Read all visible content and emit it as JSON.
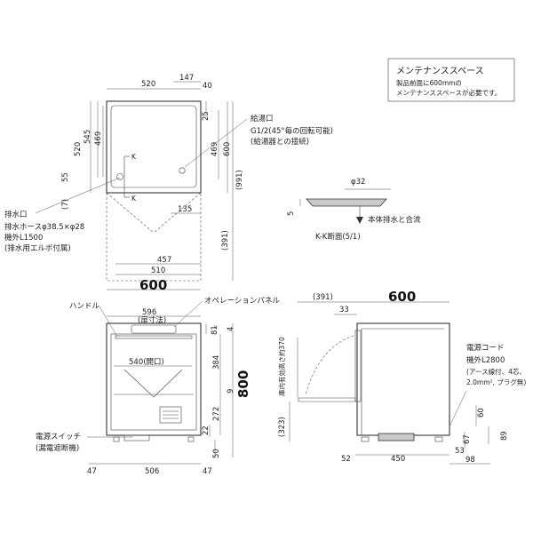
{
  "note": {
    "title": "メンテナンススペース",
    "line1": "製品前面に600mmの",
    "line2": "メンテナンススペースが必要です。"
  },
  "top_view": {
    "d520": "520",
    "d147": "147",
    "d40": "40",
    "d520v": "520",
    "d545v": "545",
    "d469v": "469",
    "d25": "25",
    "d469r": "469",
    "d600r": "600",
    "d991": "(991)",
    "d55": "55",
    "d7": "(7)",
    "d135": "135",
    "d391": "(391)",
    "d457": "457",
    "d510": "510",
    "d600b": "600",
    "k1": "K",
    "k2": "K"
  },
  "labels": {
    "hot_water_inlet": "給湯口",
    "hot_water_spec": "G1/2(45°毎の回転可能)",
    "hot_water_conn": "(給湯器との接続)",
    "drain": "排水口",
    "drain_hose": "排水ホースφ38.5×φ28",
    "drain_len": "機外L1500",
    "drain_elbow": "(排水用エルボ付属)",
    "drain_merge": "本体排水と合流",
    "section": "K-K断面(5/1)",
    "d_phi32": "φ32",
    "d5": "5",
    "handle": "ハンドル",
    "operation_panel": "オペレーションパネル",
    "door_dim": "(扉寸法)",
    "opening": "540(開口)",
    "power_switch": "電源スイッチ",
    "breaker": "(漏電遮断機)",
    "power_cord": "電源コード",
    "cord_len": "機外L2800",
    "cord_spec1": "(アース線付、4芯、",
    "cord_spec2": "2.0mm², プラグ無)",
    "inner_height": "庫内有効高さ約370"
  },
  "front_view": {
    "d596": "596",
    "d81": "81",
    "d4": "4",
    "d384": "384",
    "d9": "9",
    "d272": "272",
    "d22": "22",
    "d50": "50",
    "d800": "800",
    "d47l": "47",
    "d506": "506",
    "d47r": "47"
  },
  "side_view": {
    "d391": "(391)",
    "d600": "600",
    "d33": "33",
    "d323": "(323)",
    "d52": "52",
    "d450": "450",
    "d53": "53",
    "d98": "98",
    "d60": "60",
    "d89": "89",
    "d67": "67"
  }
}
